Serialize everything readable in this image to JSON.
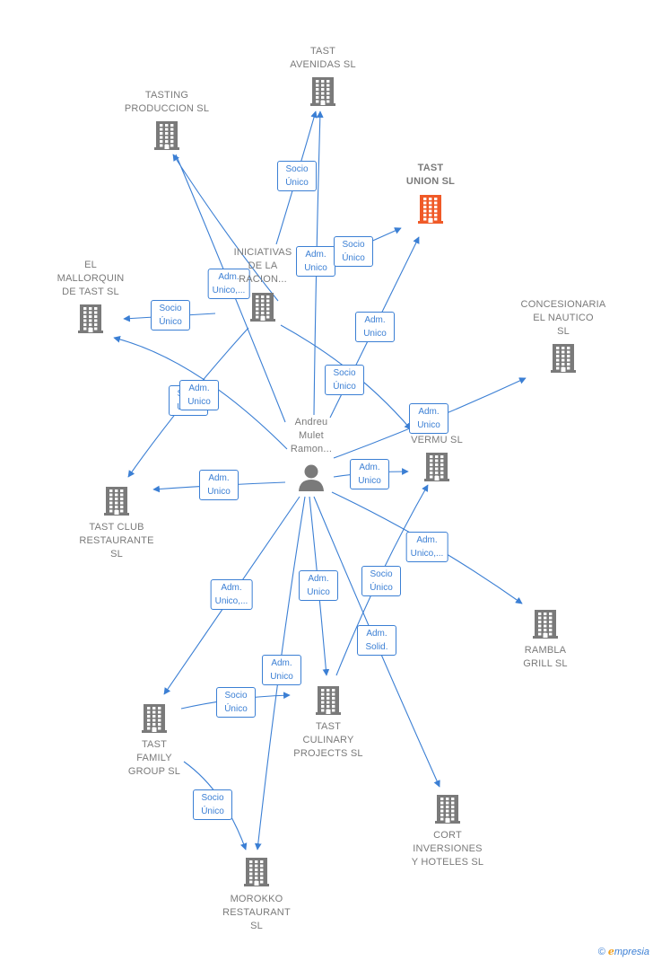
{
  "colors": {
    "edge": "#3b7fd4",
    "node": "#7a7a7a",
    "highlight": "#f05a28"
  },
  "nodes": [
    {
      "id": "tast_avenidas",
      "label": "TAST\nAVENIDAS SL",
      "icon": "building-icon"
    },
    {
      "id": "tasting_produccion",
      "label": "TASTING\nPRODUCCION SL",
      "icon": "building-icon"
    },
    {
      "id": "tast_union",
      "label": "TAST\nUNION SL",
      "icon": "building-icon",
      "highlight": true
    },
    {
      "id": "iniciativas",
      "label": "INICIATIVAS\nDE LA\nRACION...",
      "icon": "building-icon"
    },
    {
      "id": "el_mallorquin",
      "label": "EL\nMALLORQUIN\nDE TAST SL",
      "icon": "building-icon"
    },
    {
      "id": "concesionaria",
      "label": "CONCESIONARIA\nEL NAUTICO\nSL",
      "icon": "building-icon"
    },
    {
      "id": "vermu",
      "label": "VERMU SL",
      "icon": "building-icon"
    },
    {
      "id": "andreu",
      "label": "Andreu\nMulet\nRamon...",
      "icon": "person-icon"
    },
    {
      "id": "tast_club",
      "label": "TAST CLUB\nRESTAURANTE\nSL",
      "icon": "building-icon"
    },
    {
      "id": "rambla_grill",
      "label": "RAMBLA\nGRILL SL",
      "icon": "building-icon"
    },
    {
      "id": "tast_family",
      "label": "TAST\nFAMILY\nGROUP SL",
      "icon": "building-icon"
    },
    {
      "id": "tast_culinary",
      "label": "TAST\nCULINARY\nPROJECTS SL",
      "icon": "building-icon"
    },
    {
      "id": "cort_inversiones",
      "label": "CORT\nINVERSIONES\nY HOTELES SL",
      "icon": "building-icon"
    },
    {
      "id": "morokko",
      "label": "MOROKKO\nRESTAURANT\nSL",
      "icon": "building-icon"
    }
  ],
  "edge_labels": [
    "Socio\nÚnico",
    "Adm.\nUnico,...",
    "Adm.\nUnico",
    "Socio\nÚnico",
    "Socio\nÚnico",
    "Adm.\nUnico",
    "Socio\nÚnico",
    "Socio\nÚnico",
    "Adm.\nUnico",
    "Adm.\nUnico",
    "Adm.\nUnico",
    "Adm.\nUnico",
    "Adm.\nUnico,...",
    "Adm.\nUnico,...",
    "Adm.\nUnico",
    "Socio\nÚnico",
    "Adm.\nSolid.",
    "Adm.\nUnico",
    "Socio\nÚnico",
    "Socio\nÚnico"
  ],
  "brand": {
    "symbol": "©",
    "e": "e",
    "rest": "mpresia"
  }
}
